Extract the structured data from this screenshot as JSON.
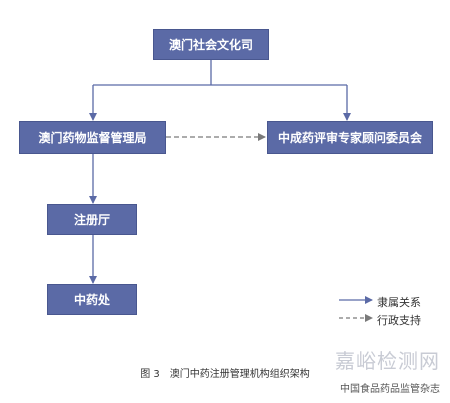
{
  "nodes": {
    "top": "澳门社会文化司",
    "bureau": "澳门药物监督管理局",
    "committee": "中成药评审专家顾问委员会",
    "registry": "注册厅",
    "office": "中药处"
  },
  "legend": {
    "subordinate": "隶属关系",
    "administrative_support": "行政支持"
  },
  "caption": "图 3　澳门中药注册管理机构组织架构",
  "watermark": {
    "main": "嘉峪检测网",
    "sub": "中国食品药品监管杂志"
  },
  "colors": {
    "node_fill": "#5b6aa6",
    "node_border": "#49578f",
    "solid_line": "#5b6aa6",
    "dashed_line": "#7a7a7a"
  }
}
